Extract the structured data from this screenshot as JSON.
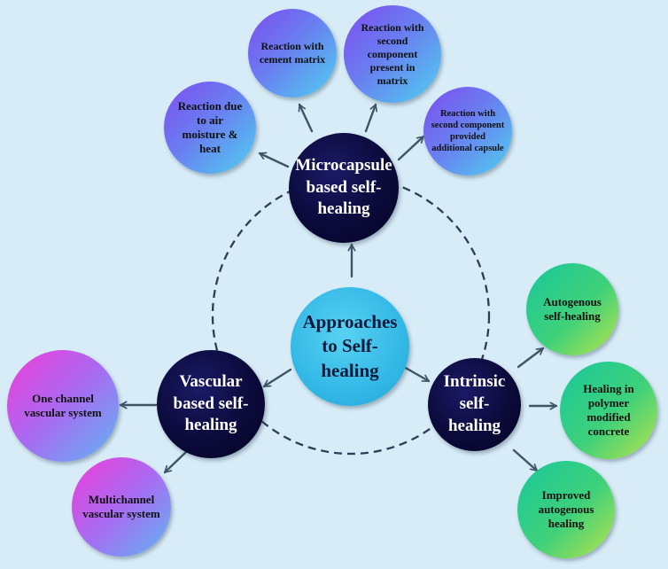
{
  "center": {
    "label": "Approaches to Self-healing"
  },
  "microcapsule": {
    "label": "Microcapsule based self-healing",
    "children": [
      "Reaction due to air moisture & heat",
      "Reaction with cement matrix",
      "Reaction with second component present in matrix",
      "Reaction with second component provided additional capsule"
    ]
  },
  "vascular": {
    "label": "Vascular based self-healing",
    "children": [
      "One channel vascular system",
      "Multichannel vascular system"
    ]
  },
  "intrinsic": {
    "label": "Intrinsic self-healing",
    "children": [
      "Autogenous self-healing",
      "Healing in polymer modified concrete",
      "Improved autogenous healing"
    ]
  },
  "colors": {
    "background": "#d7ecf7",
    "arrow": "#3e5566",
    "dark_node": "#0b0a3a",
    "center_node": "#33b8e6"
  }
}
